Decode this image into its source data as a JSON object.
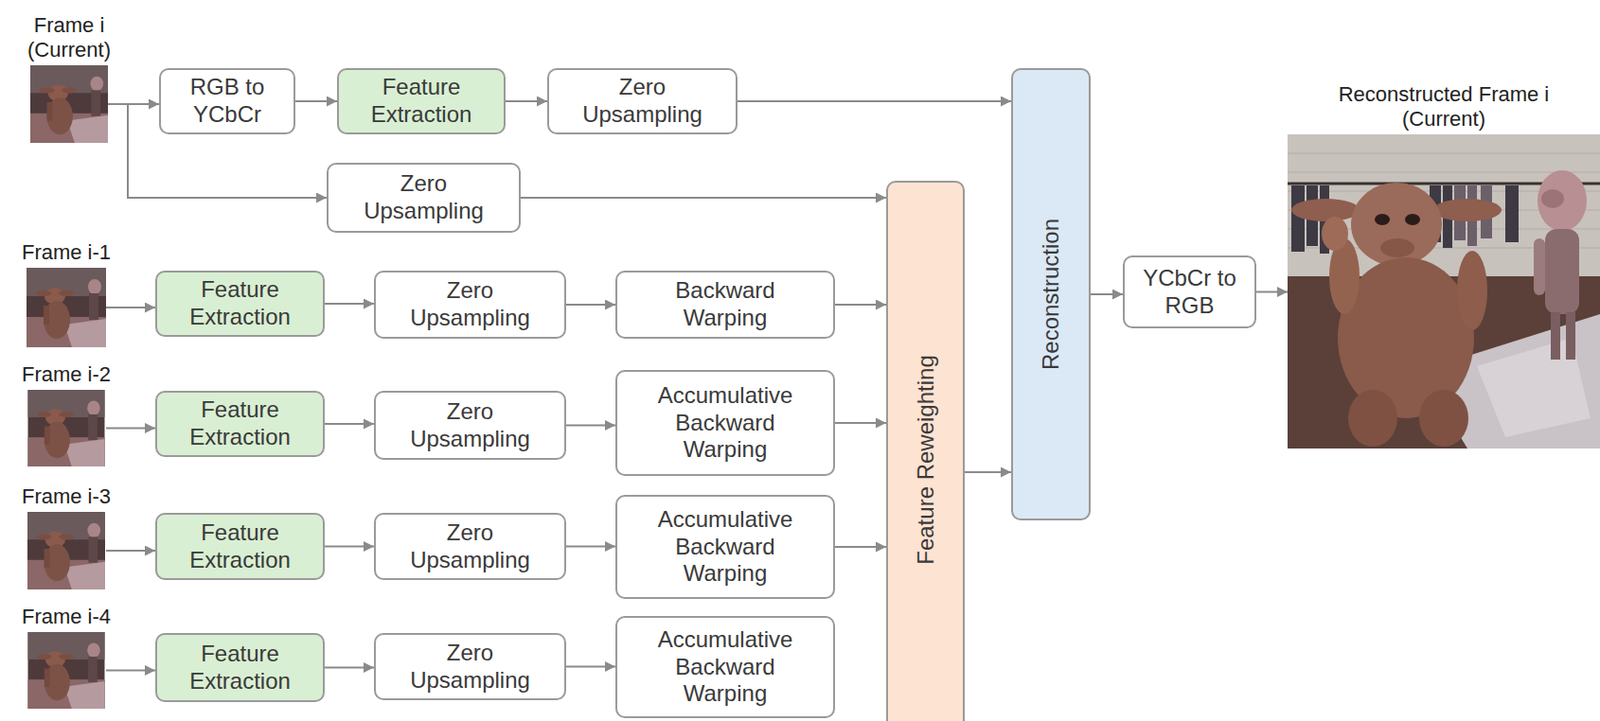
{
  "diagram": {
    "nodes": [
      {
        "text": [
          "Frame i (Current)"
        ]
      },
      {
        "text": [
          "RGB to YCbCr"
        ]
      },
      {
        "text": [
          "Feature Extraction"
        ]
      },
      {
        "text": [
          "Zero Upsampling"
        ]
      },
      {
        "text": [
          "Zero Upsampling"
        ]
      },
      {
        "text": [
          "Frame i-1"
        ]
      },
      {
        "text": [
          "Feature Extraction"
        ]
      },
      {
        "text": [
          "Zero Upsampling"
        ]
      },
      {
        "text": [
          "Backward Warping"
        ]
      },
      {
        "text": [
          "Frame i-2"
        ]
      },
      {
        "text": [
          "Feature Extraction"
        ]
      },
      {
        "text": [
          "Zero Upsampling"
        ]
      },
      {
        "text": [
          "Accumulative Backward Warping"
        ]
      },
      {
        "text": [
          "Frame i-3"
        ]
      },
      {
        "text": [
          "Feature Extraction"
        ]
      },
      {
        "text": [
          "Zero Upsampling"
        ]
      },
      {
        "text": [
          "Accumulative Backward Warping"
        ]
      },
      {
        "text": [
          "Frame i-4"
        ]
      },
      {
        "text": [
          "Feature Extraction"
        ]
      },
      {
        "text": [
          "Zero Upsampling"
        ]
      },
      {
        "text": [
          "Accumulative Backward Warping"
        ]
      },
      {
        "text": [
          "Feature Reweighting"
        ]
      },
      {
        "text": [
          "Reconstruction"
        ]
      },
      {
        "text": [
          "YCbCr to RGB"
        ]
      },
      {
        "text": [
          "Reconstructed Frame i (Current)"
        ]
      }
    ],
    "edges": [
      {
        "from": 0,
        "to": 1,
        "arrow": "to"
      },
      {
        "from": 1,
        "to": 2,
        "arrow": "to"
      },
      {
        "from": 2,
        "to": 3,
        "arrow": "to"
      },
      {
        "from": 3,
        "to": 22,
        "arrow": "to"
      },
      {
        "from": 0,
        "to": 4,
        "arrow": "to"
      },
      {
        "from": 4,
        "to": 21,
        "arrow": "to"
      },
      {
        "from": 5,
        "to": 6,
        "arrow": "to"
      },
      {
        "from": 6,
        "to": 7,
        "arrow": "to"
      },
      {
        "from": 7,
        "to": 8,
        "arrow": "to"
      },
      {
        "from": 8,
        "to": 21,
        "arrow": "to"
      },
      {
        "from": 9,
        "to": 10,
        "arrow": "to"
      },
      {
        "from": 10,
        "to": 11,
        "arrow": "to"
      },
      {
        "from": 11,
        "to": 12,
        "arrow": "to"
      },
      {
        "from": 12,
        "to": 21,
        "arrow": "to"
      },
      {
        "from": 13,
        "to": 14,
        "arrow": "to"
      },
      {
        "from": 14,
        "to": 15,
        "arrow": "to"
      },
      {
        "from": 15,
        "to": 16,
        "arrow": "to"
      },
      {
        "from": 16,
        "to": 21,
        "arrow": "to"
      },
      {
        "from": 17,
        "to": 18,
        "arrow": "to"
      },
      {
        "from": 18,
        "to": 19,
        "arrow": "to"
      },
      {
        "from": 19,
        "to": 20,
        "arrow": "to"
      },
      {
        "from": 21,
        "to": 22,
        "arrow": "to"
      },
      {
        "from": 22,
        "to": 23,
        "arrow": "to"
      },
      {
        "from": 23,
        "to": 24,
        "arrow": "to"
      }
    ]
  }
}
